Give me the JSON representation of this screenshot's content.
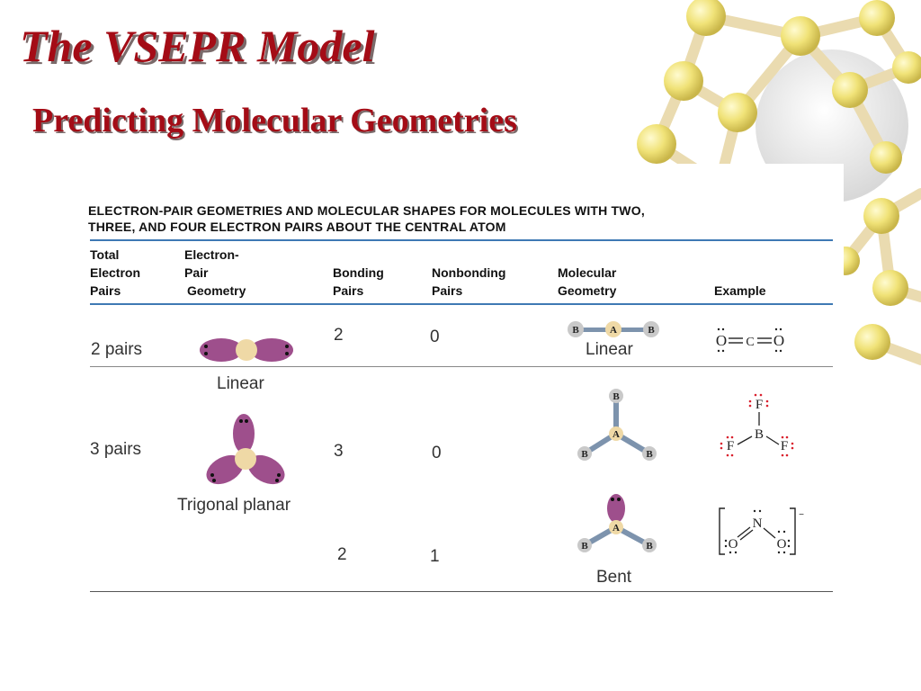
{
  "slide": {
    "title": "The VSEPR Model",
    "subtitle": "Predicting Molecular Geometries"
  },
  "table": {
    "heading_line1": "ELECTRON-PAIR GEOMETRIES AND MOLECULAR SHAPES FOR MOLECULES WITH TWO,",
    "heading_line2": "THREE, AND FOUR ELECTRON PAIRS ABOUT THE CENTRAL ATOM",
    "columns": {
      "total": [
        "Total",
        "Electron",
        "Pairs"
      ],
      "electron_pair": [
        "Electron-",
        "Pair",
        "Geometry"
      ],
      "bonding": [
        "Bonding",
        "Pairs"
      ],
      "nonbonding": [
        "Nonbonding",
        "Pairs"
      ],
      "molecular": [
        "Molecular",
        "Geometry"
      ],
      "example": "Example"
    },
    "rows": [
      {
        "total": "2 pairs",
        "electron_pair_geometry": "Linear",
        "bonding": "2",
        "nonbonding": "0",
        "molecular_geometry": "Linear",
        "example_atoms": {
          "o_left": "O",
          "c": "C",
          "o_right": "O"
        }
      },
      {
        "total": "3 pairs",
        "electron_pair_geometry": "Trigonal planar",
        "bonding": "3",
        "nonbonding": "0",
        "molecular_geometry": "",
        "example_atoms": {
          "f_top": "F",
          "b": "B",
          "f_left": "F",
          "f_right": "F"
        }
      },
      {
        "total": "",
        "electron_pair_geometry": "",
        "bonding": "2",
        "nonbonding": "1",
        "molecular_geometry": "Bent",
        "example_atoms": {
          "n": "N",
          "o_left": "O",
          "o_right": "O",
          "charge": "−"
        }
      }
    ],
    "model_atom_labels": {
      "central": "A",
      "outer": "B"
    }
  },
  "colors": {
    "title": "#a40c16",
    "rule_blue": "#3f79b4",
    "lobe": "#9e4f8c",
    "nucleus": "#efd9a6",
    "bond": "#7d93ad",
    "lewis_dots": "#d9212e",
    "ball": "#efe07a"
  }
}
